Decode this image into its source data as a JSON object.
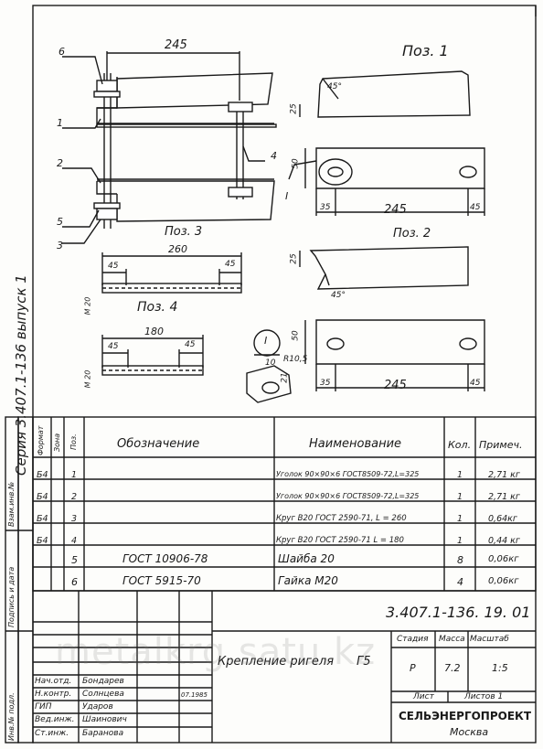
{
  "sheet_id": "3.407.1-136. 19. 01",
  "series_vertical": "Серия 3.407.1-136 выпуск 1",
  "left_stamp": [
    "Инв.№ подл.",
    "Подпись и дата",
    "Взам.инв.№"
  ],
  "drawing": {
    "poz1": "Поз. 1",
    "poz2": "Поз. 2",
    "poz3": "Поз. 3",
    "poz4": "Поз. 4",
    "dim_245_top": "245",
    "dim_245_mid": "245",
    "dim_245_bot": "245",
    "dim_35_a": "35",
    "dim_45_a": "45",
    "dim_35_b": "35",
    "dim_45_b": "45",
    "dim_25_a": "25",
    "dim_25_b": "25",
    "dim_50_a": "50",
    "dim_50_b": "50",
    "angle_a": "45°",
    "angle_b": "45°",
    "dim_260": "260",
    "dim_45_c": "45",
    "dim_45_d": "45",
    "m20_a": "М 20",
    "dim_180": "180",
    "dim_45_e": "45",
    "dim_45_f": "45",
    "m20_b": "М 20",
    "roman_1": "I",
    "roman_1b": "I",
    "dim_10": "10",
    "r105": "R10,5",
    "dim_21": "21",
    "callouts": [
      "6",
      "1",
      "2",
      "5",
      "3",
      "4"
    ]
  },
  "spec_table": {
    "headers": {
      "format": "Формат",
      "zone": "Зона",
      "poz": "Поз.",
      "designation": "Обозначение",
      "name": "Наименование",
      "qty": "Кол.",
      "note": "Примеч."
    },
    "rows": [
      {
        "format": "Б4",
        "poz": "1",
        "designation": "",
        "name": "Уголок 90×90×6 ГОСТ8509-72,L=325",
        "qty": "1",
        "note": "2,71 кг"
      },
      {
        "format": "Б4",
        "poz": "2",
        "designation": "",
        "name": "Уголок 90×90×6 ГОСТ8509-72,L=325",
        "qty": "1",
        "note": "2,71 кг"
      },
      {
        "format": "Б4",
        "poz": "3",
        "designation": "",
        "name": "Круг В20 ГОСТ 2590-71, L = 260",
        "qty": "1",
        "note": "0,64кг"
      },
      {
        "format": "Б4",
        "poz": "4",
        "designation": "",
        "name": "Круг В20 ГОСТ 2590-71 L = 180",
        "qty": "1",
        "note": "0,44 кг"
      },
      {
        "format": "",
        "poz": "5",
        "designation": "ГОСТ 10906-78",
        "name": "Шайба 20",
        "qty": "8",
        "note": "0,06кг"
      },
      {
        "format": "",
        "poz": "6",
        "designation": "ГОСТ 5915-70",
        "name": "Гайка М20",
        "qty": "4",
        "note": "0,06кг"
      }
    ]
  },
  "title_block": {
    "drawing_title": "Крепление ригеля",
    "mark": "Г5",
    "stage_label": "Стадия",
    "mass_label": "Масса",
    "scale_label": "Масштаб",
    "stage": "Р",
    "mass": "7.2",
    "scale": "1:5",
    "sheet_label": "Лист",
    "sheets_label": "Листов 1",
    "org": "СЕЛЬЭНЕРГОПРОЕКТ",
    "city": "Москва",
    "signers": [
      {
        "role": "Нач.отд.",
        "name": "Бондарев"
      },
      {
        "role": "Н.контр.",
        "name": "Солнцева"
      },
      {
        "role": "ГИП",
        "name": "Ударов"
      },
      {
        "role": "Вед.инж.",
        "name": "Шаинович"
      },
      {
        "role": "Ст.инж.",
        "name": "Баранова"
      }
    ],
    "date": "07.1985"
  },
  "watermark": "metalkrg.satu.kz",
  "colors": {
    "ink": "#1a1a1a",
    "paper": "#fdfdfb"
  }
}
